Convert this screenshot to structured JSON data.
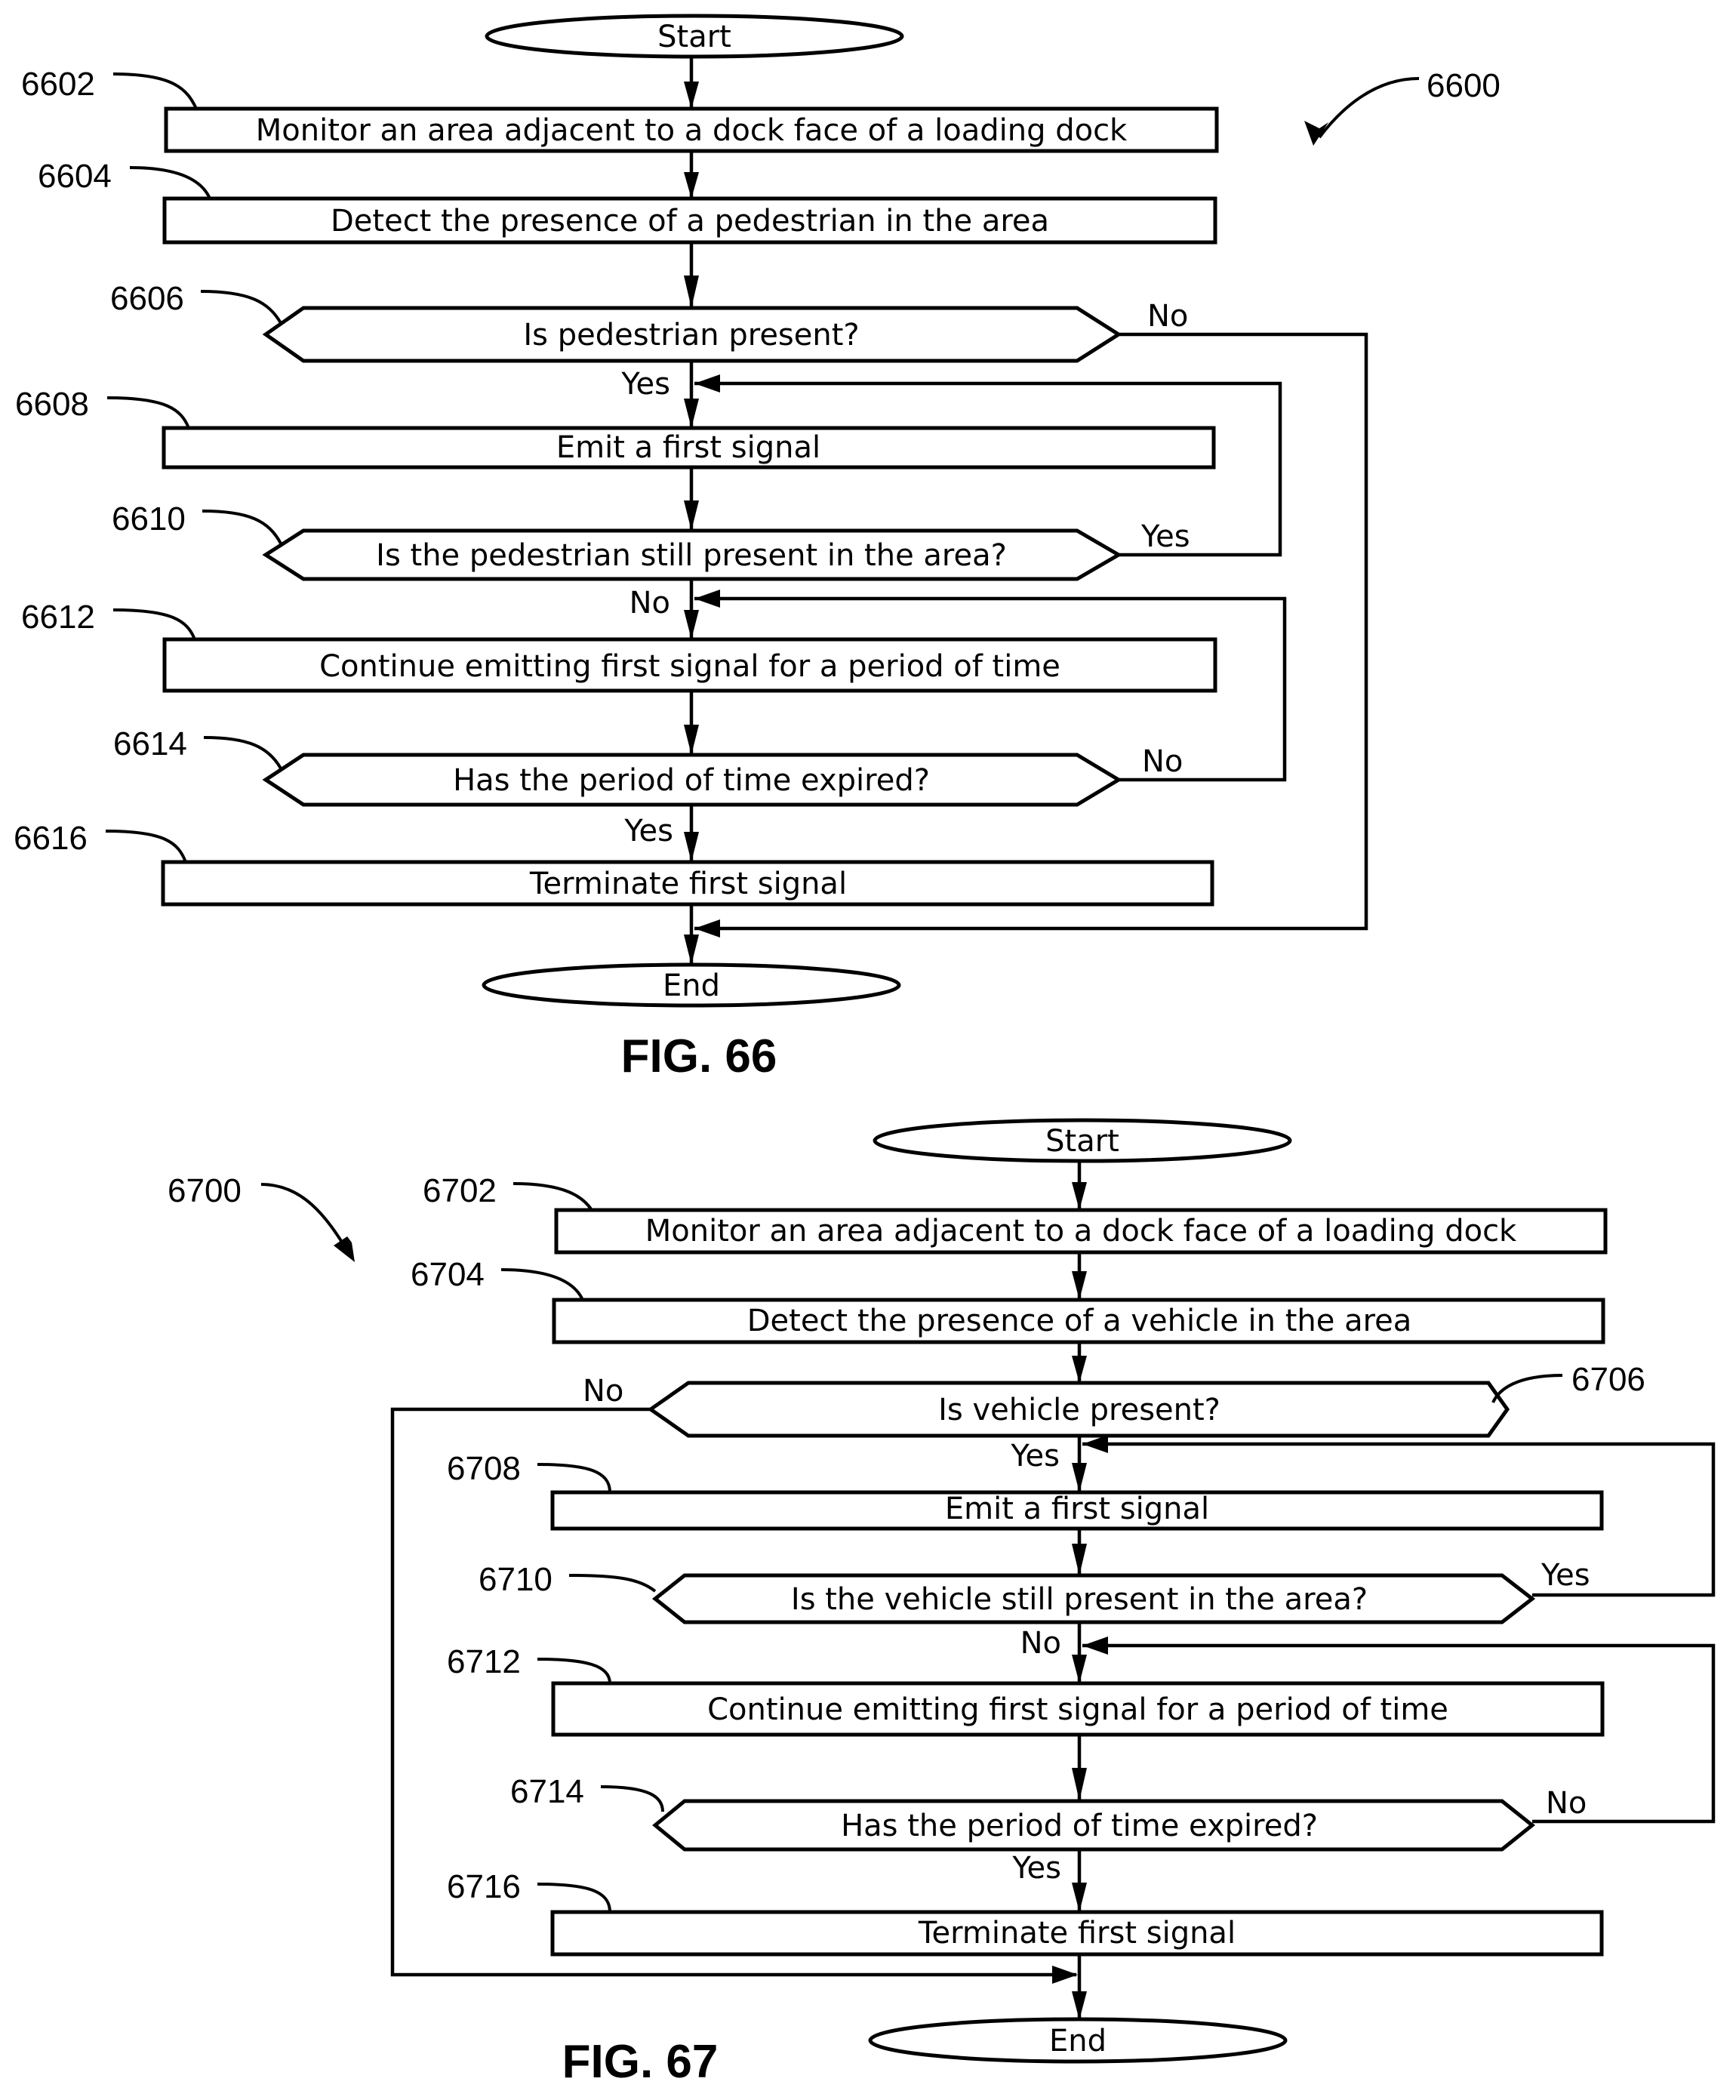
{
  "figures": [
    {
      "id": "fig66",
      "caption": "FIG. 66",
      "ref": "6600",
      "start_label": "Start",
      "end_label": "End",
      "steps": [
        {
          "ref": "6602",
          "type": "process",
          "text": "Monitor an area adjacent to a dock face of a loading dock"
        },
        {
          "ref": "6604",
          "type": "process",
          "text": "Detect the presence of a pedestrian in the area"
        },
        {
          "ref": "6606",
          "type": "decision",
          "text": "Is pedestrian present?",
          "down_label": "Yes",
          "side_label": "No"
        },
        {
          "ref": "6608",
          "type": "process",
          "text": "Emit a first signal"
        },
        {
          "ref": "6610",
          "type": "decision",
          "text": "Is the pedestrian still present in the area?",
          "down_label": "No",
          "side_label": "Yes"
        },
        {
          "ref": "6612",
          "type": "process",
          "text": "Continue emitting first signal for a period of time"
        },
        {
          "ref": "6614",
          "type": "decision",
          "text": "Has the period of time expired?",
          "down_label": "Yes",
          "side_label": "No"
        },
        {
          "ref": "6616",
          "type": "process",
          "text": "Terminate first signal"
        }
      ]
    },
    {
      "id": "fig67",
      "caption": "FIG. 67",
      "ref": "6700",
      "start_label": "Start",
      "end_label": "End",
      "steps": [
        {
          "ref": "6702",
          "type": "process",
          "text": "Monitor an area adjacent to a dock face of a loading dock"
        },
        {
          "ref": "6704",
          "type": "process",
          "text": "Detect the presence of a vehicle in the area"
        },
        {
          "ref": "6706",
          "type": "decision",
          "text": "Is vehicle present?",
          "down_label": "Yes",
          "side_label": "No"
        },
        {
          "ref": "6708",
          "type": "process",
          "text": "Emit a first signal"
        },
        {
          "ref": "6710",
          "type": "decision",
          "text": "Is the vehicle still present in the area?",
          "down_label": "No",
          "side_label": "Yes"
        },
        {
          "ref": "6712",
          "type": "process",
          "text": "Continue emitting first signal for a period of time"
        },
        {
          "ref": "6714",
          "type": "decision",
          "text": "Has the period of time expired?",
          "down_label": "Yes",
          "side_label": "No"
        },
        {
          "ref": "6716",
          "type": "process",
          "text": "Terminate first signal"
        }
      ]
    }
  ]
}
